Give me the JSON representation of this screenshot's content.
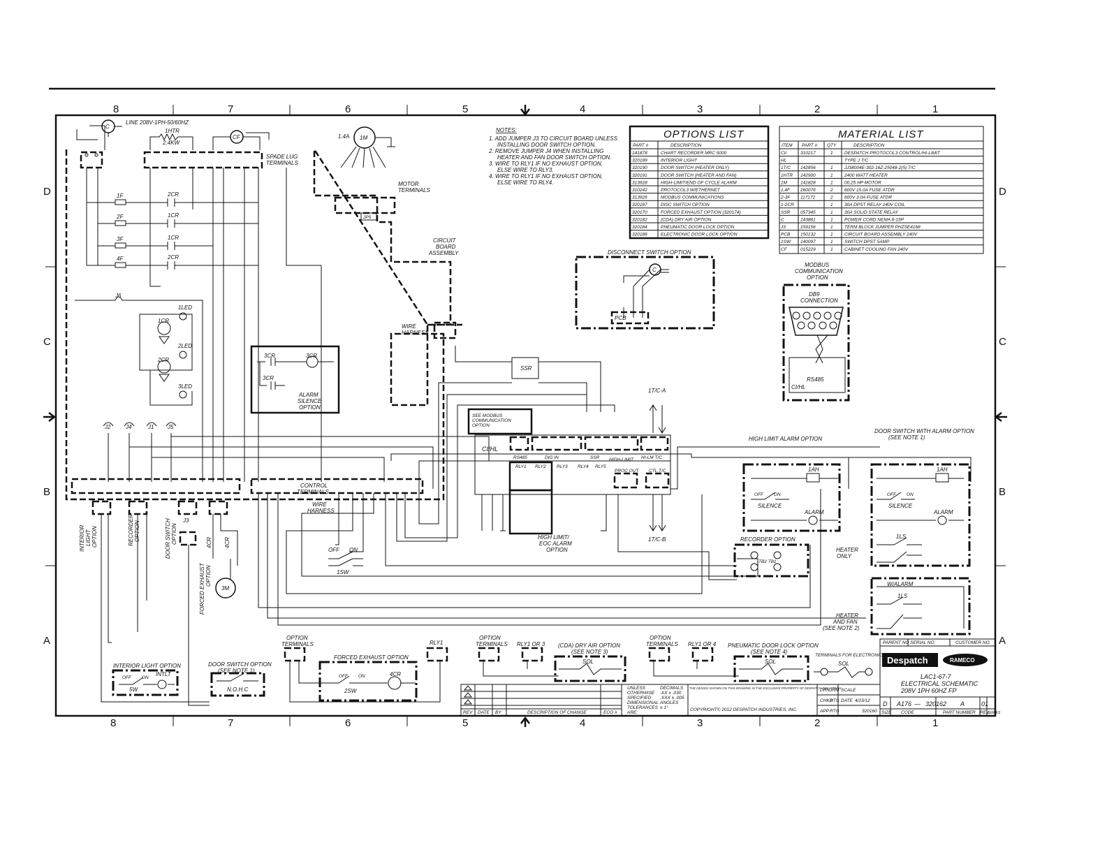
{
  "zones": {
    "columns": [
      "8",
      "7",
      "6",
      "5",
      "4",
      "3",
      "2",
      "1"
    ],
    "rows": [
      "D",
      "C",
      "B",
      "A"
    ]
  },
  "notes": {
    "heading": "NOTES:",
    "lines": [
      "1. ADD JUMPER J3 TO CIRCUIT BOARD UNLESS",
      "INSTALLING DOOR SWITCH OPTION.",
      "2. REMOVE JUMPER J4 WHEN INSTALLING",
      "HEATER AND FAN DOOR SWITCH OPTION.",
      "3. WIRE TO RLY1 IF NO EXHAUST OPTION,",
      "ELSE WIRE TO RLY3.",
      "4. WIRE TO RLY1 IF NO EXHAUST OPTION,",
      "ELSE WIRE TO RLY4."
    ]
  },
  "options_list": {
    "title": "OPTIONS LIST",
    "headers": [
      "PART #",
      "DESCRIPTION"
    ],
    "rows": [
      [
        "141878",
        "CHART RECORDER MRC 5000"
      ],
      [
        "320189",
        "INTERIOR LIGHT"
      ],
      [
        "320190",
        "DOOR SWITCH (HEATER ONLY)"
      ],
      [
        "320191",
        "DOOR SWITCH (HEATER AND FAN)"
      ],
      [
        "313928",
        "HIGH-LIMIT/END OF CYCLE ALARM"
      ],
      [
        "310242",
        "PROTOCOL3 W/ETHERNET"
      ],
      [
        "313926",
        "MODBUS COMMUNICATIONS"
      ],
      [
        "320187",
        "DISC SWITCH OPTION"
      ],
      [
        "320170",
        "FORCED EXHAUST OPTION (320174)"
      ],
      [
        "320182",
        "(CDA) DRY AIR OPTION"
      ],
      [
        "320184",
        "PNEUMATIC DOOR LOCK OPTION"
      ],
      [
        "320186",
        "ELECTRONIC DOOR LOCK OPTION"
      ]
    ]
  },
  "material_list": {
    "title": "MATERIAL LIST",
    "headers": [
      "ITEM",
      "PART #",
      "QTY",
      "DESCRIPTION"
    ],
    "rows": [
      [
        "CI/",
        "310217",
        "1",
        "DESPATCH PROTOCOL3 CONTROL/HI-LIMIT"
      ],
      [
        "HL",
        "",
        "",
        "TYPE J T/C"
      ],
      [
        "1T/C",
        "142856",
        "1",
        "JJ38004E-302-16Z-25048-2(5) T/C"
      ],
      [
        "1HTR",
        "142900",
        "1",
        "2400 WATT HEATER"
      ],
      [
        "1M",
        "141828",
        "1",
        "00.25 HP MOTOR"
      ],
      [
        "1,4F",
        "260076",
        "2",
        "600V 15.0A FUSE ATDR"
      ],
      [
        "2-3F",
        "117172",
        "2",
        "600V 3.0A FUSE ATDR"
      ],
      [
        "1-2CR",
        "",
        "1",
        "30A DPST RELAY 240V COIL"
      ],
      [
        "SSR",
        "057345",
        "1",
        "30A SOLID STATE RELAY"
      ],
      [
        "C",
        "143881",
        "1",
        "POWER CORD NEMA 6-15P"
      ],
      [
        "J3",
        "159156",
        "1",
        "TERM BLOCK JUMPER PHZSE4168"
      ],
      [
        "PCB",
        "150132",
        "1",
        "CIRCUIT BOARD ASSEMBLY 240V"
      ],
      [
        "1SW",
        "140097",
        "1",
        "SWITCH DPST 5AMP"
      ],
      [
        "CF",
        "015229",
        "1",
        "CABINET COOLING FAN 240V"
      ]
    ]
  },
  "labels": {
    "line": "LINE 208V-1PH-50/60HZ",
    "htr": "1HTR",
    "kw": "2.4KW",
    "cf": "CF",
    "spade1": "SPADE LUG",
    "spade2": "TERMINALS",
    "amps": "1.4A",
    "motor": "1M",
    "motor_term1": "MOTOR",
    "motor_term2": "TERMINALS",
    "jp5": "JP5",
    "cb1": "CIRCUIT",
    "cb2": "BOARD",
    "cb3": "ASSEMBLY",
    "f1": "1F",
    "f2": "2F",
    "f3": "3F",
    "f4": "4F",
    "cr1": "2CR",
    "cr2": "1CR",
    "cr3": "1CR",
    "cr4": "2CR",
    "j6": "J6",
    "led1": "1LED",
    "led2": "2LED",
    "led3": "3LED",
    "coil1": "1CR",
    "coil2": "2CR",
    "cr3a": "3CR",
    "cr3b": "3CR",
    "cr3c": "3CR",
    "alarm1": "ALARM",
    "alarm2": "SILENCE",
    "alarm3": "OPTION",
    "j2": "J2",
    "j4": "J4",
    "j1": "J1",
    "j5": "J5",
    "j3": "J3",
    "wire1": "WIRE",
    "wire2": "HARNESS",
    "wh1": "WIRE",
    "wh2": "HARNESS",
    "ct1": "CONTROL",
    "ct2": "TERMINALS",
    "ssr": "SSR",
    "tc_a": "1T/C-A",
    "tc_b": "1T/C-B",
    "see1": "SEE MODBUS",
    "see2": "COMMUNICATION",
    "see3": "OPTION",
    "cihl": "CI/HL",
    "rs485": "RS485",
    "dig_in": "DIG IN",
    "ssr2": "SSR",
    "high_limit": "HIGH-LIMIT",
    "hilm": "HI-LM T/C",
    "rly1": "RLY1",
    "rly2": "RLY2",
    "rly3": "RLY3",
    "rly4": "RLY4",
    "rly5": "RLY5",
    "proc_out": "PROC OUT",
    "ctl": "CTL T/C",
    "hl1": "HIGH LIMIT/",
    "hl2": "EOC ALARM",
    "hl3": "OPTION",
    "sw_off": "OFF",
    "sw_on": "ON",
    "sw1": "1SW",
    "interior1": "INTERIOR",
    "interior2": "LIGHT",
    "interior3": "OPTION",
    "recorder1": "RECORDER",
    "recorder2": "OPTION",
    "door1": "DOOR SWITCH",
    "door2": "OPTION",
    "forced1": "FORCED EXHAUST",
    "forced2": "OPTION",
    "cr4a": "4CR",
    "cr4b": "4CR",
    "m3": "3M",
    "disc": "DISCONNECT SWITCH OPTION",
    "pcb": "PCB",
    "c_plug": "C",
    "modbus1": "MODBUS",
    "modbus2": "COMMUNICATION",
    "modbus3": "OPTION",
    "db9a": "DB9",
    "db9b": "CONNECTION",
    "rs485b": "RS485",
    "cihl2": "CI/HL",
    "hla_title": "HIGH LIMIT ALARM OPTION",
    "ah": "1AH",
    "silence": "SILENCE",
    "alarm": "ALARM",
    "rec_title": "RECORDER OPTION",
    "tb2": "TB2 TB1",
    "ds_title1": "DOOR SWITCH WITH ALARM OPTION",
    "ds_title2": "(SEE NOTE 1)",
    "ah2": "1AH",
    "silence2": "SILENCE",
    "alarm2b": "ALARM",
    "heater_only1": "HEATER",
    "heater_only2": "ONLY",
    "ls1": "1LS",
    "w_alarm": "W/ALARM",
    "ls2": "1LS",
    "hf1": "HEATER",
    "hf2": "AND FAN",
    "hf3": "(SEE NOTE 2)",
    "ilo_title": "INTERIOR LIGHT OPTION",
    "sw5": "5W",
    "intlt": "INTLT",
    "dso_title1": "DOOR SWITCH OPTION",
    "dso_title2": "(SEE NOTE 1)",
    "nohc": "N.O.H.C",
    "opt_term1": "OPTION",
    "opt_term2": "TERMINALS",
    "feo_title": "FORCED EXHAUST OPTION",
    "sw2": "2SW",
    "cr4c": "4CR",
    "rly1_top": "RLY1",
    "opt_term3": "OPTION",
    "opt_term4": "TERMINALS",
    "rly13": "RLY1 OR 3",
    "cda1": "(CDA) DRY AIR OPTION",
    "cda2": "(SEE NOTE 3)",
    "sol1": "SOL",
    "opt_term5": "OPTION",
    "opt_term6": "TERMINALS",
    "rly14": "RLY1 OR 4",
    "pdl1": "PNEUMATIC DOOR LOCK OPTION",
    "pdl2": "(SEE NOTE 4)",
    "sol2": "SOL",
    "term_elec": "TERMINALS FOR ELECTRONIC",
    "sol3": "SOL"
  },
  "title_block": {
    "brand": "Despatch",
    "brand2": "RAMECO",
    "parent_no": "PARENT NO.",
    "serial_no": "SERIAL NO.",
    "customer_no": "CUSTOMER NO.",
    "model": "LAC1-67-7",
    "title": "ELECTRICAL SCHEMATIC",
    "subtitle": "208V 1PH 60HZ  FP",
    "size": "D",
    "code": "A176",
    "dash": "—",
    "part": "320162",
    "rev": "A",
    "sheet": "01",
    "size_lbl": "SIZE",
    "code_lbl": "CODE",
    "part_lbl": "PART NUMBER",
    "rev_lbl": "REV",
    "series_lbl": "SERIES",
    "drn": "DRN",
    "drn_val": "JRM",
    "scale": "SCALE",
    "chkd": "CHKD",
    "chkd_val": "RTG",
    "date_lbl": "DATE",
    "date_val": "4/23/12",
    "app": "APP",
    "app_val": "RTG",
    "copyright": "COPYRIGHT© 2012 DESPATCH INDUSTRIES, INC.",
    "tol1": "UNLESS",
    "tol2": "OTHERWISE",
    "tol3": "SPECIFIED",
    "tol4": "DIMENSIONAL",
    "tol5": "TOLERANCES",
    "tol6": "ARE:",
    "dec1": "DECIMALS",
    "dec2": ".XX ± .030",
    "dec3": ".XXX ± .005",
    "dec4": "ANGLES",
    "dec5": "± 1°",
    "rev_h": "REV",
    "date_h": "DATE",
    "by_h": "BY",
    "doc_h": "DESCRIPTION OF CHANGE",
    "eco_h": "ECO #",
    "proprietary": "THE DESIGN SHOWN ON THIS DRAWING IS THE EXCLUSIVE PROPERTY OF DESPATCH INDUSTRIES",
    "alt": "320160"
  }
}
